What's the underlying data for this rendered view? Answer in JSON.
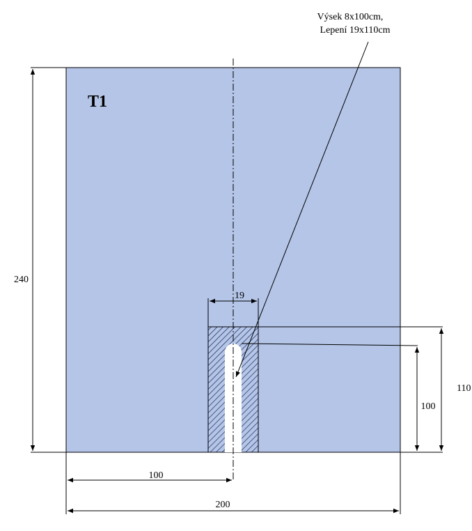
{
  "drawing": {
    "title": "T1",
    "callout": {
      "line1": "Výsek 8x100cm,",
      "line2": "Lepení 19x110cm"
    },
    "dimensions": {
      "height_total": "240",
      "width_total": "200",
      "offset_center": "100",
      "slot_width": "19",
      "slot_height": "100",
      "glue_height": "110"
    },
    "colors": {
      "sheet": "#b4c5e7",
      "outline": "#000000"
    }
  }
}
